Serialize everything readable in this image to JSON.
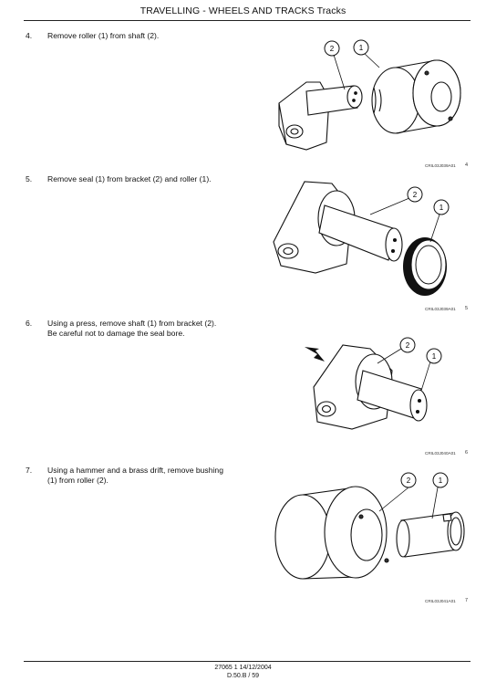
{
  "header": {
    "title": "TRAVELLING - WHEELS AND TRACKS Tracks"
  },
  "steps": [
    {
      "number": "4.",
      "text": "Remove roller (1) from shaft (2).",
      "figure": {
        "code": "CRIL03J039A01",
        "number": "4",
        "callouts": [
          "2",
          "1"
        ]
      }
    },
    {
      "number": "5.",
      "text": "Remove seal (1) from bracket (2) and roller (1).",
      "figure": {
        "code": "CRIL03J039A01",
        "number": "5",
        "callouts": [
          "2",
          "1"
        ]
      }
    },
    {
      "number": "6.",
      "text": "Using a press, remove shaft (1) from bracket (2).",
      "text2": "Be careful not to damage the seal bore.",
      "figure": {
        "code": "CRIL03J040A01",
        "number": "6",
        "callouts": [
          "2",
          "1"
        ]
      }
    },
    {
      "number": "7.",
      "text": "Using a hammer and a brass drift, remove bushing",
      "text2": "(1) from roller (2).",
      "figure": {
        "code": "CRIL03J041A01",
        "number": "7",
        "callouts": [
          "2",
          "1"
        ]
      }
    }
  ],
  "footer": {
    "line1": "27065 1 14/12/2004",
    "line2": "D.50.B / 59"
  }
}
